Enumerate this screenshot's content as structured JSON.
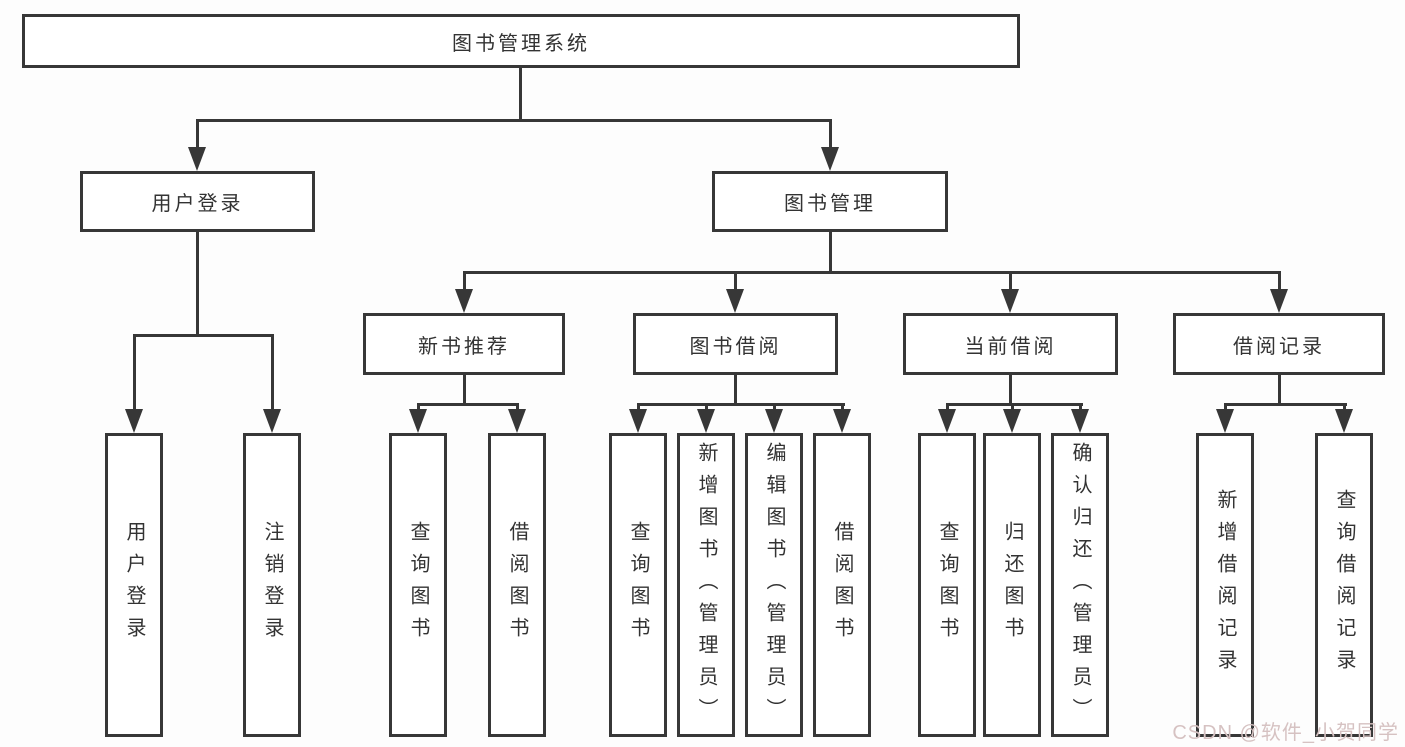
{
  "diagram": {
    "root_label": "图书管理系统",
    "level2": {
      "user_login": "用户登录",
      "book_mgmt": "图书管理"
    },
    "level3": {
      "new_books": "新书推荐",
      "book_borrow": "图书借阅",
      "current_borrow": "当前借阅",
      "borrow_records": "借阅记录"
    },
    "leaves": {
      "user_login": [
        "用户登录",
        "注销登录"
      ],
      "new_books": [
        "查询图书",
        "借阅图书"
      ],
      "book_borrow": [
        "查询图书",
        "新增图书（管理员）",
        "编辑图书（管理员）",
        "借阅图书"
      ],
      "current_borrow": [
        "查询图书",
        "归还图书",
        "确认归还（管理员）"
      ],
      "borrow_records": [
        "新增借阅记录",
        "查询借阅记录"
      ]
    }
  },
  "watermark": "CSDN @软件_小贺同学",
  "colors": {
    "line": "#373737",
    "text": "#333333",
    "box_bg": "#ffffff",
    "wm": "#d6c2c2"
  }
}
